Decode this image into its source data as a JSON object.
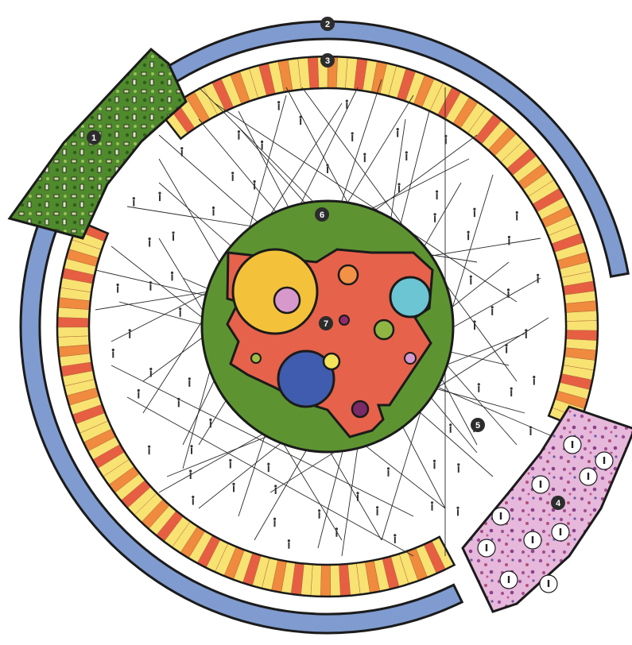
{
  "markers": [
    {
      "id": 1,
      "label": "1"
    },
    {
      "id": 2,
      "label": "2"
    },
    {
      "id": 3,
      "label": "3"
    },
    {
      "id": 4,
      "label": "4"
    },
    {
      "id": 5,
      "label": "5"
    },
    {
      "id": 6,
      "label": "6"
    },
    {
      "id": 7,
      "label": "7"
    }
  ],
  "colors": {
    "outer_ring": "#7f9bcf",
    "stripe_light": "#f8e272",
    "stripe_orange": "#ef8a3e",
    "stripe_red": "#e65f42",
    "forest": "#4f8a2c",
    "park": "#5d9431",
    "plaza": "#e6624a",
    "purple_block": "#c678b6",
    "ink": "#1b1b1b"
  }
}
